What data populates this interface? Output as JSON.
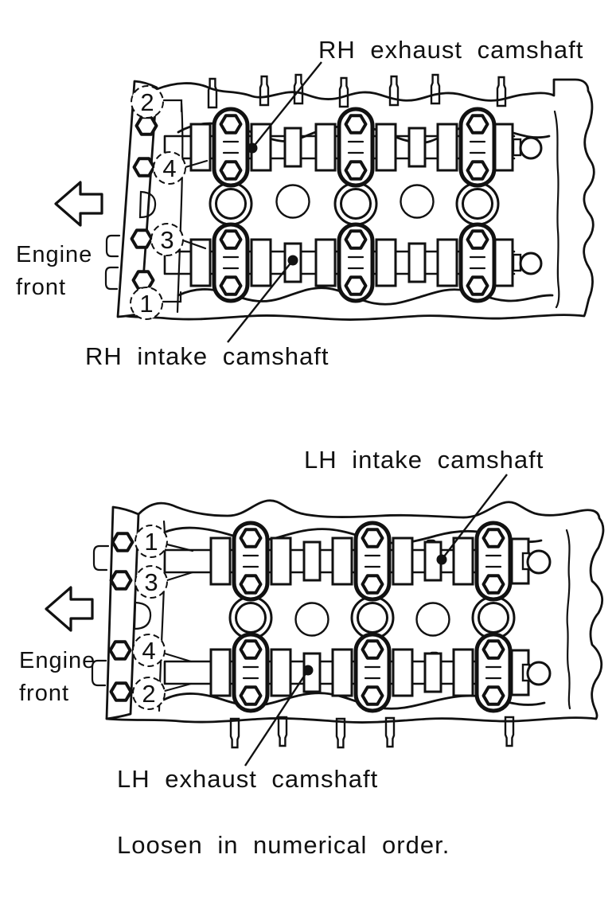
{
  "page": {
    "background": "#ffffff",
    "ink": "#111111"
  },
  "figures": {
    "top": {
      "exhaust_camshaft_label": "RH exhaust camshaft",
      "intake_camshaft_label": "RH intake camshaft",
      "engine_front_line1": "Engine",
      "engine_front_line2": "front",
      "bolt_sequence": [
        "2",
        "4",
        "3",
        "1"
      ]
    },
    "bottom": {
      "intake_camshaft_label": "LH intake camshaft",
      "exhaust_camshaft_label": "LH exhaust camshaft",
      "engine_front_line1": "Engine",
      "engine_front_line2": "front",
      "bolt_sequence": [
        "1",
        "3",
        "4",
        "2"
      ]
    },
    "caption": "Loosen in numerical order."
  }
}
